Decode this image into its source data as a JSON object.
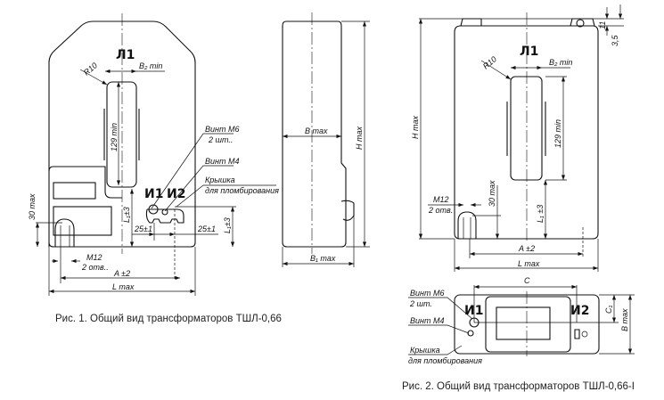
{
  "figure1": {
    "terminal_l1": "Л1",
    "radius": "R10",
    "b2_min": "B₂ min",
    "window_height": "129 min",
    "screw_m6": "Винт М6",
    "screw_m6_qty": "2 шт..",
    "screw_m4": "Винт М4",
    "cover": "Крышка",
    "cover_note": "для пломбирования",
    "terminal_i1": "И1",
    "terminal_i2": "И2",
    "max30": "30 max",
    "pitch_left": "25±1",
    "pitch_right": "25±1",
    "l1_left": "L₁±3",
    "l1_right": "L₁±3",
    "m12": "M12",
    "m12_qty": "2 отв..",
    "a_dim": "A ±2",
    "l_max": "L max",
    "caption": "Рис. 1. Общий вид трансформаторов ТШЛ-0,66"
  },
  "side_view": {
    "b_max": "B max",
    "h_max": "H max",
    "b1_max": "B₁ max"
  },
  "figure2": {
    "terminal_l1": "Л1",
    "radius": "R10",
    "b2_min": "B₂ min",
    "window_height": "129 min",
    "h_max": "H max",
    "m12": "M12",
    "m12_qty": "2 отв.",
    "max30": "30 max",
    "l1": "L₁ ±3",
    "a_dim": "A ±2",
    "l_max": "L max",
    "dim_11": "11",
    "dim_35": "3,5",
    "c_dim": "C",
    "c1_dim": "C₁",
    "b_max": "B max",
    "screw_m6": "Винт М6",
    "screw_m6_qty": "2 шт.",
    "screw_m4": "Винт М4",
    "cover": "Крышка",
    "cover_note": "для пломбирования",
    "terminal_i1": "И1",
    "terminal_i2": "И2",
    "caption": "Рис. 2. Общий вид трансформаторов ТШЛ-0,66-I"
  }
}
